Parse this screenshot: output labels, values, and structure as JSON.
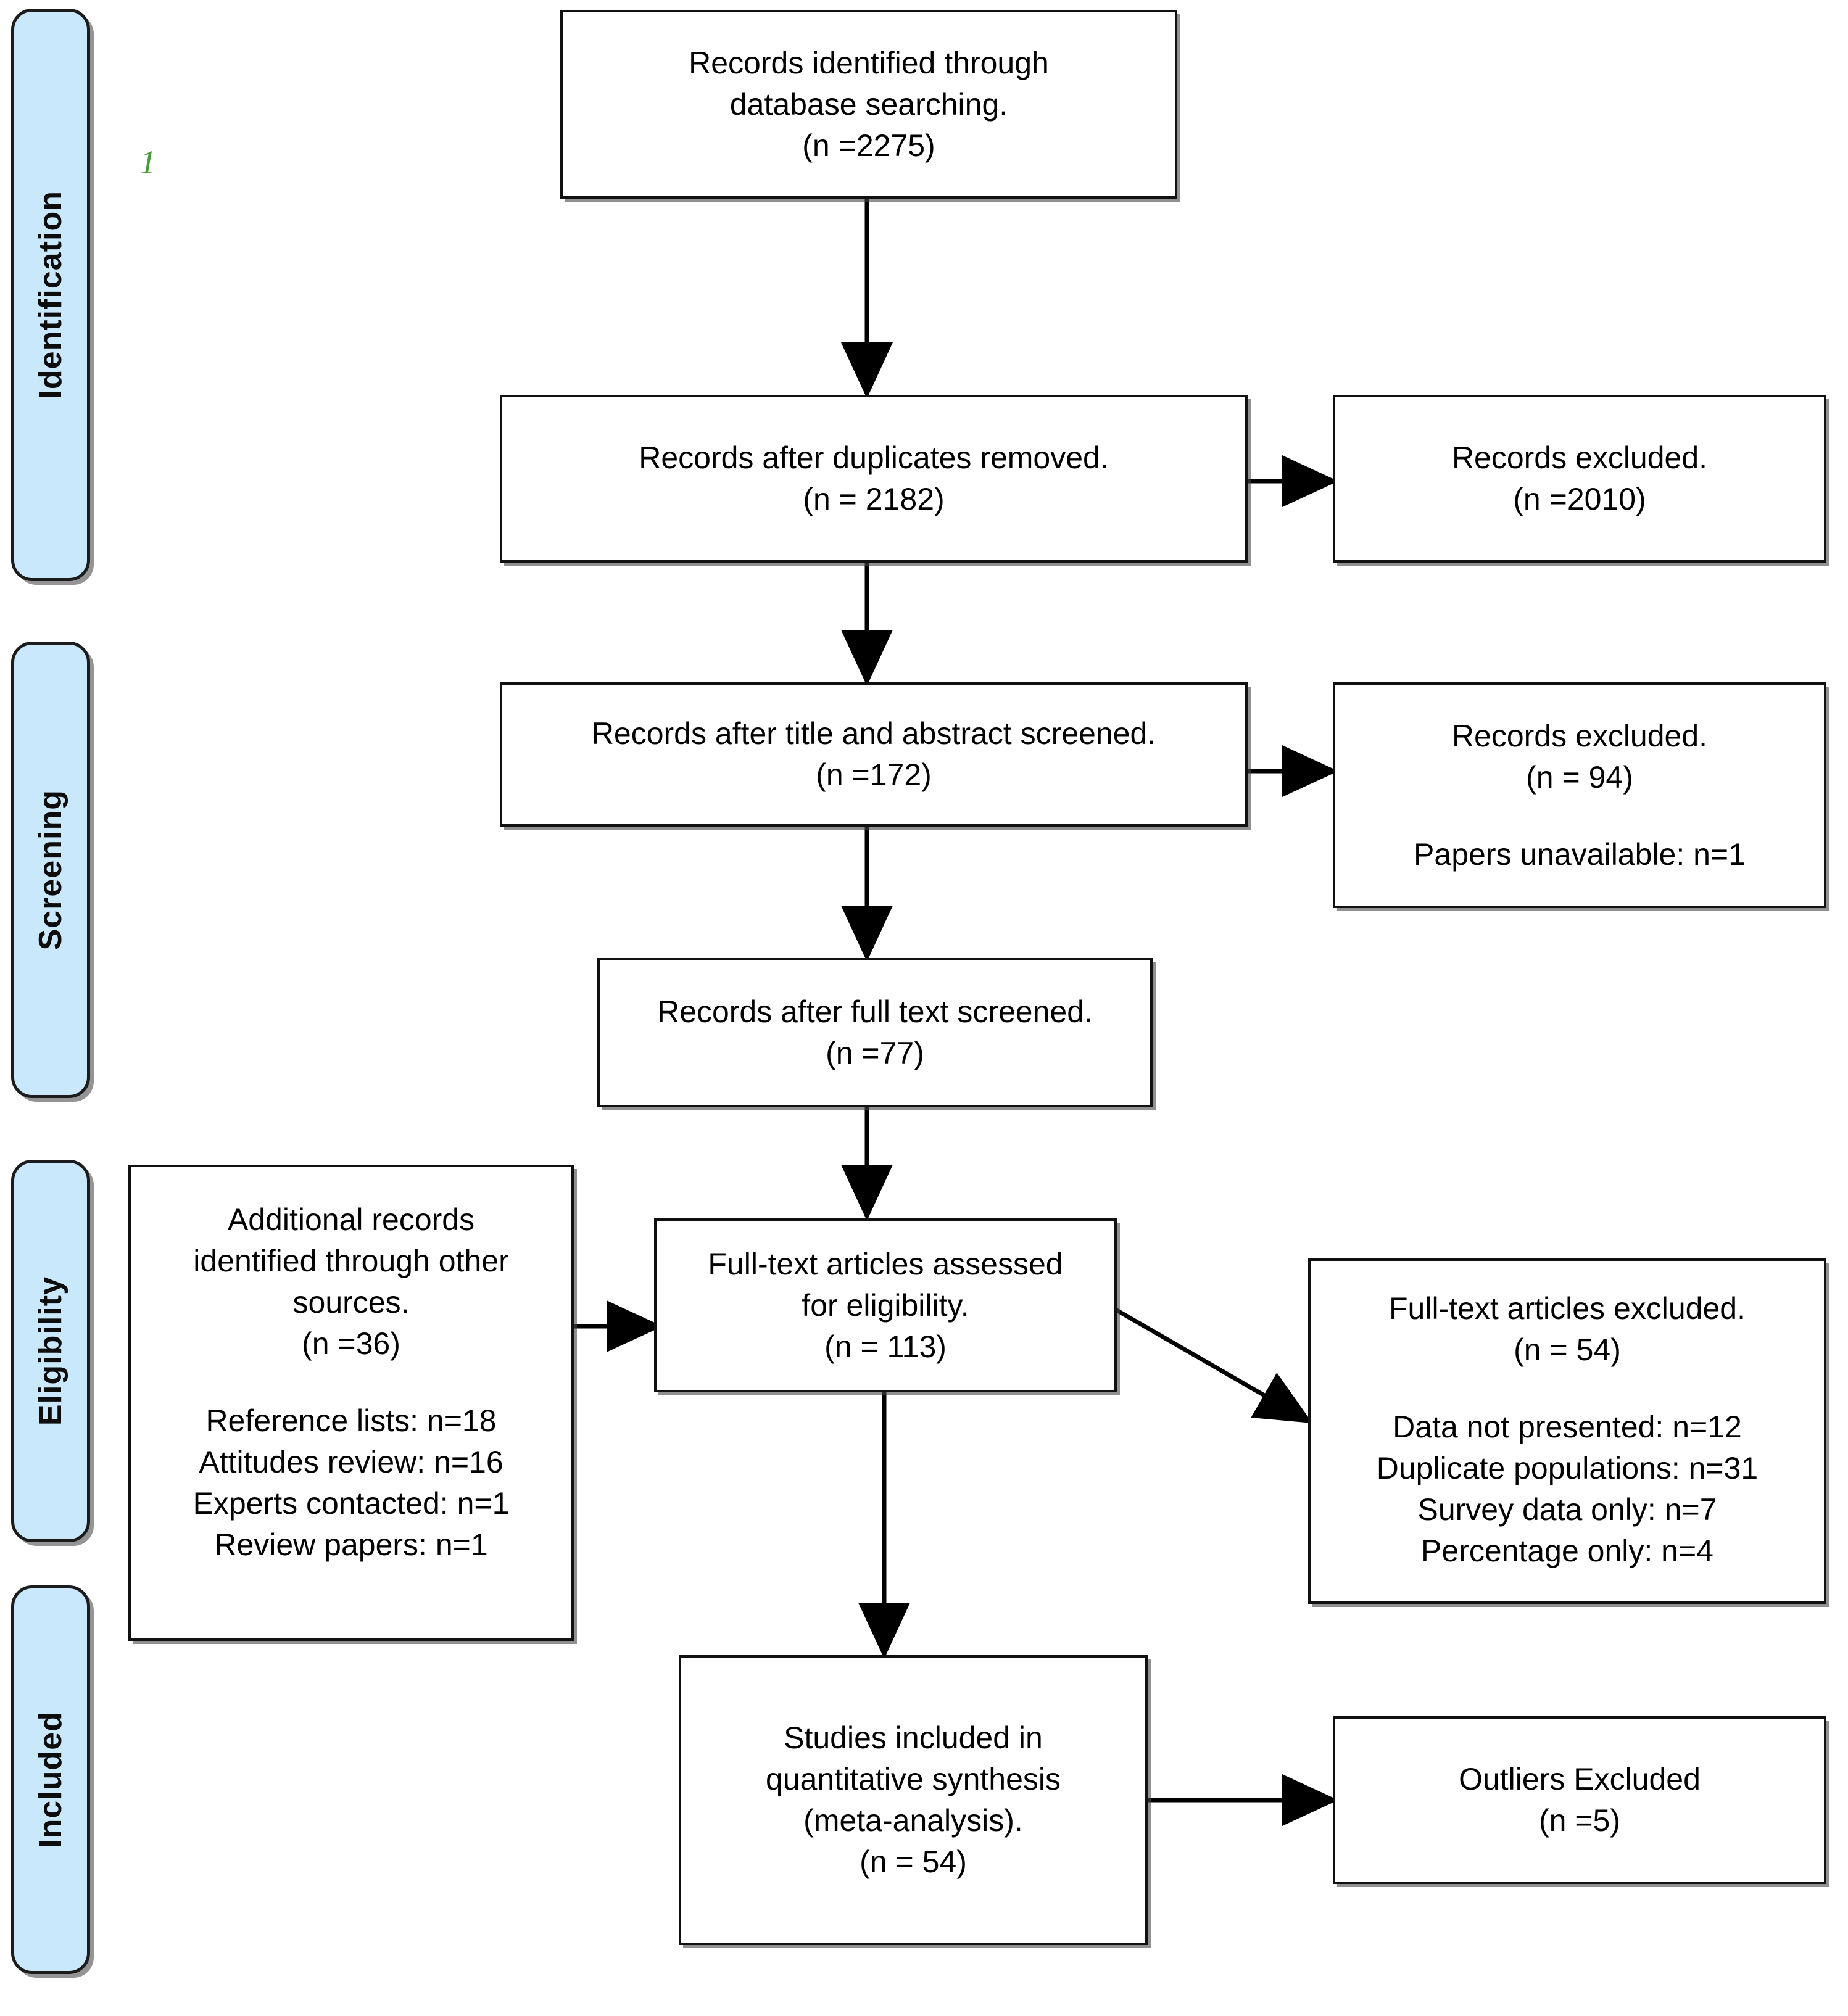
{
  "figure": {
    "type": "prisma-flow-diagram",
    "annotation": "1",
    "annotation_color": "#4a9e3a",
    "stage_fill_color": "#c9e8fb",
    "box_border_color": "#111111"
  },
  "stages": [
    {
      "id": "identification",
      "label": "Identification"
    },
    {
      "id": "screening",
      "label": "Screening"
    },
    {
      "id": "eligibility",
      "label": "Eligibility"
    },
    {
      "id": "included",
      "label": "Included"
    }
  ],
  "boxes": {
    "identified": {
      "line1": "Records identified through",
      "line2": "database searching.",
      "line3": "(n =2275)"
    },
    "duplicates_removed": {
      "line1": "Records after duplicates removed.",
      "line2": "(n = 2182)"
    },
    "records_excluded_1": {
      "line1": "Records excluded.",
      "line2": "(n =2010)"
    },
    "title_abstract_screened": {
      "line1": "Records after title and abstract screened.",
      "line2": "(n =172)"
    },
    "records_excluded_2": {
      "line1": "Records excluded.",
      "line2": "(n = 94)",
      "line3": "Papers unavailable: n=1"
    },
    "full_text_screened": {
      "line1": "Records after full text screened.",
      "line2": "(n =77)"
    },
    "additional_records": {
      "line1": "Additional records",
      "line2": "identified through other",
      "line3": "sources.",
      "line4": "(n =36)",
      "source1": "Reference lists: n=18",
      "source2": "Attitudes review: n=16",
      "source3": "Experts contacted: n=1",
      "source4": "Review papers: n=1"
    },
    "eligibility_assessed": {
      "line1": "Full-text articles assessed",
      "line2": "for eligibility.",
      "line3": "(n = 113)"
    },
    "full_text_excluded": {
      "line1": "Full-text articles excluded.",
      "line2": "(n = 54)",
      "reason1": "Data not presented: n=12",
      "reason2": "Duplicate populations: n=31",
      "reason3": "Survey data only: n=7",
      "reason4": "Percentage only: n=4"
    },
    "studies_included": {
      "line1": "Studies included in",
      "line2": "quantitative synthesis",
      "line3": "(meta-analysis).",
      "line4": "(n = 54)"
    },
    "outliers_excluded": {
      "line1": "Outliers Excluded",
      "line2": "(n =5)"
    }
  },
  "chart_data": {
    "type": "diagram",
    "title": "PRISMA flow diagram",
    "nodes": [
      {
        "id": "identified",
        "stage": "Identification",
        "label": "Records identified through database searching.",
        "n": 2275
      },
      {
        "id": "duplicates_removed",
        "stage": "Identification",
        "label": "Records after duplicates removed.",
        "n": 2182
      },
      {
        "id": "records_excluded_1",
        "stage": "Identification",
        "label": "Records excluded.",
        "n": 2010
      },
      {
        "id": "title_abstract_screened",
        "stage": "Screening",
        "label": "Records after title and abstract screened.",
        "n": 172
      },
      {
        "id": "records_excluded_2",
        "stage": "Screening",
        "label": "Records excluded.",
        "n": 94,
        "papers_unavailable": 1
      },
      {
        "id": "full_text_screened",
        "stage": "Screening",
        "label": "Records after full text screened.",
        "n": 77
      },
      {
        "id": "additional_records",
        "stage": "Eligibility",
        "label": "Additional records identified through other sources.",
        "n": 36,
        "breakdown": {
          "Reference lists": 18,
          "Attitudes review": 16,
          "Experts contacted": 1,
          "Review papers": 1
        }
      },
      {
        "id": "eligibility_assessed",
        "stage": "Eligibility",
        "label": "Full-text articles assessed for eligibility.",
        "n": 113
      },
      {
        "id": "full_text_excluded",
        "stage": "Eligibility",
        "label": "Full-text articles excluded.",
        "n": 54,
        "breakdown": {
          "Data not presented": 12,
          "Duplicate populations": 31,
          "Survey data only": 7,
          "Percentage only": 4
        }
      },
      {
        "id": "studies_included",
        "stage": "Included",
        "label": "Studies included in quantitative synthesis (meta-analysis).",
        "n": 54
      },
      {
        "id": "outliers_excluded",
        "stage": "Included",
        "label": "Outliers Excluded",
        "n": 5
      }
    ],
    "edges": [
      {
        "from": "identified",
        "to": "duplicates_removed",
        "kind": "down"
      },
      {
        "from": "duplicates_removed",
        "to": "records_excluded_1",
        "kind": "right"
      },
      {
        "from": "duplicates_removed",
        "to": "title_abstract_screened",
        "kind": "down"
      },
      {
        "from": "title_abstract_screened",
        "to": "records_excluded_2",
        "kind": "right"
      },
      {
        "from": "title_abstract_screened",
        "to": "full_text_screened",
        "kind": "down"
      },
      {
        "from": "full_text_screened",
        "to": "eligibility_assessed",
        "kind": "down"
      },
      {
        "from": "additional_records",
        "to": "eligibility_assessed",
        "kind": "right"
      },
      {
        "from": "eligibility_assessed",
        "to": "full_text_excluded",
        "kind": "diagonal"
      },
      {
        "from": "eligibility_assessed",
        "to": "studies_included",
        "kind": "down"
      },
      {
        "from": "studies_included",
        "to": "outliers_excluded",
        "kind": "right"
      }
    ]
  }
}
